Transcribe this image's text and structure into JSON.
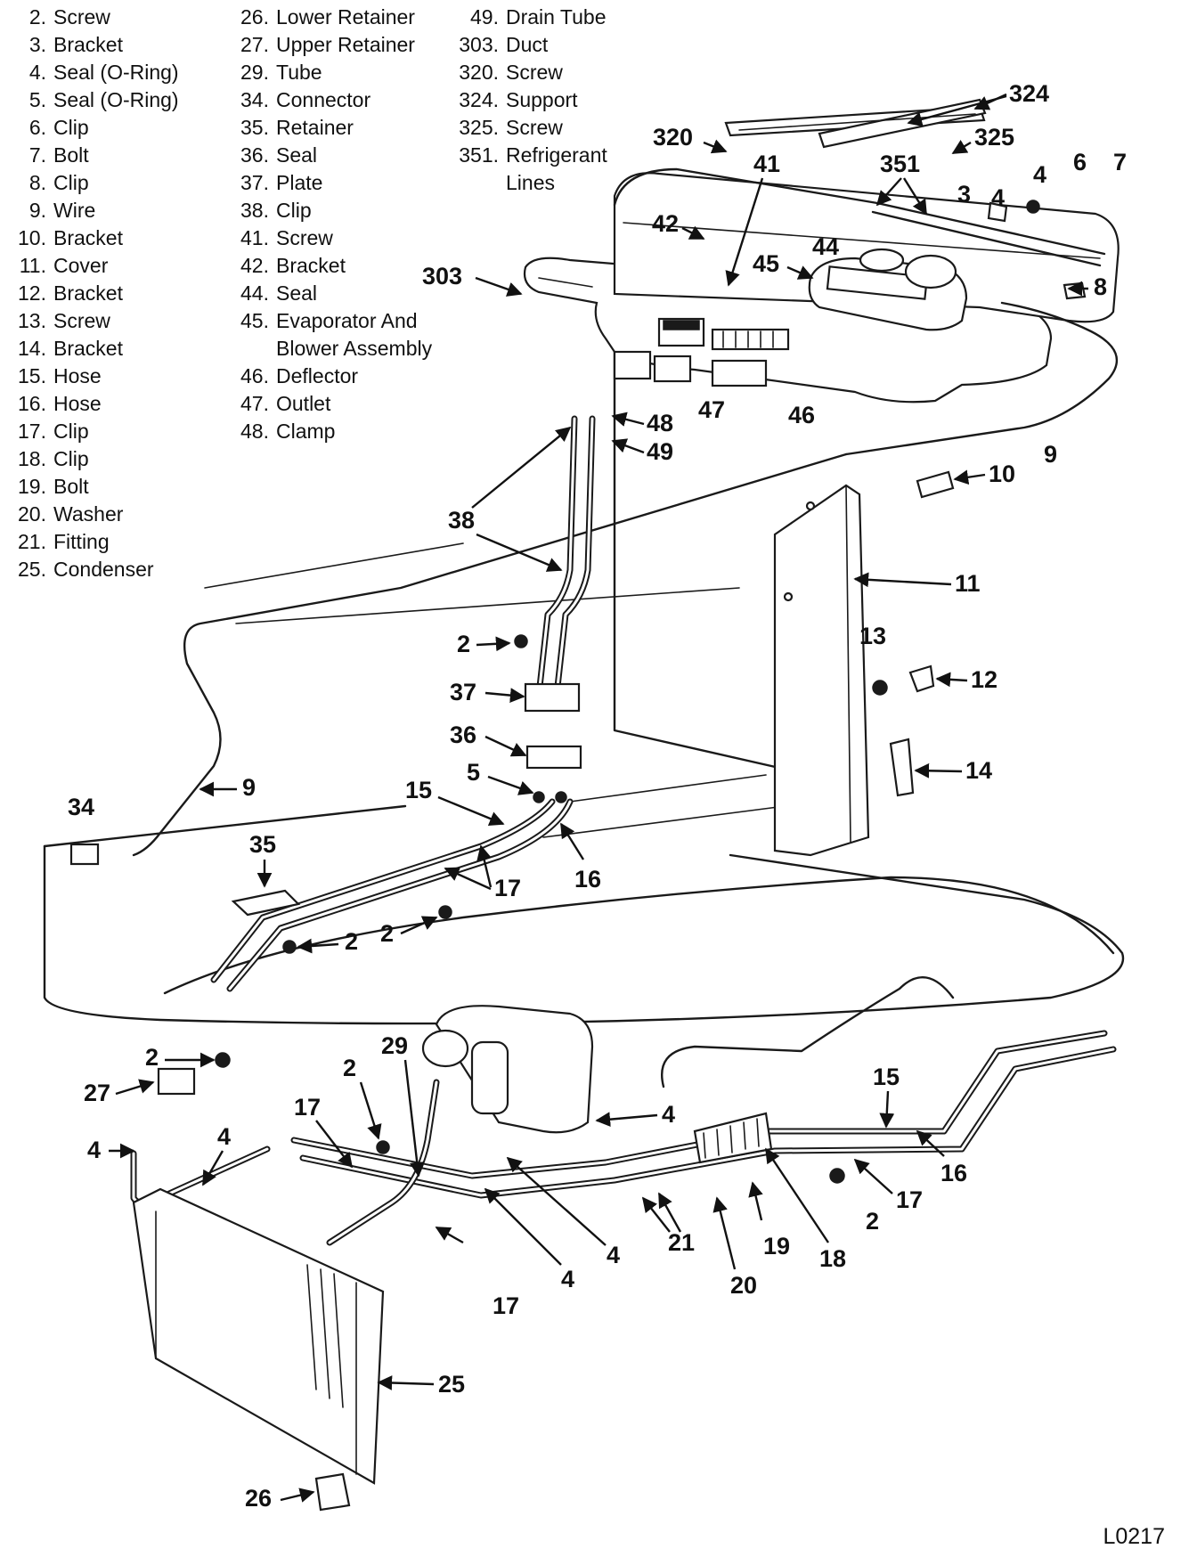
{
  "legend": [
    [
      {
        "num": "2.",
        "name": "Screw"
      },
      {
        "num": "3.",
        "name": "Bracket"
      },
      {
        "num": "4.",
        "name": "Seal (O-Ring)"
      },
      {
        "num": "5.",
        "name": "Seal (O-Ring)"
      },
      {
        "num": "6.",
        "name": "Clip"
      },
      {
        "num": "7.",
        "name": "Bolt"
      },
      {
        "num": "8.",
        "name": "Clip"
      },
      {
        "num": "9.",
        "name": "Wire"
      },
      {
        "num": "10.",
        "name": "Bracket"
      },
      {
        "num": "11.",
        "name": "Cover"
      },
      {
        "num": "12.",
        "name": "Bracket"
      },
      {
        "num": "13.",
        "name": "Screw"
      },
      {
        "num": "14.",
        "name": "Bracket"
      },
      {
        "num": "15.",
        "name": "Hose"
      },
      {
        "num": "16.",
        "name": "Hose"
      },
      {
        "num": "17.",
        "name": "Clip"
      },
      {
        "num": "18.",
        "name": "Clip"
      },
      {
        "num": "19.",
        "name": "Bolt"
      },
      {
        "num": "20.",
        "name": "Washer"
      },
      {
        "num": "21.",
        "name": "Fitting"
      },
      {
        "num": "25.",
        "name": "Condenser"
      }
    ],
    [
      {
        "num": "26.",
        "name": "Lower Retainer"
      },
      {
        "num": "27.",
        "name": "Upper Retainer"
      },
      {
        "num": "29.",
        "name": "Tube"
      },
      {
        "num": "34.",
        "name": "Connector"
      },
      {
        "num": "35.",
        "name": "Retainer"
      },
      {
        "num": "36.",
        "name": "Seal"
      },
      {
        "num": "37.",
        "name": "Plate"
      },
      {
        "num": "38.",
        "name": "Clip"
      },
      {
        "num": "41.",
        "name": "Screw"
      },
      {
        "num": "42.",
        "name": "Bracket"
      },
      {
        "num": "44.",
        "name": "Seal"
      },
      {
        "num": "45.",
        "name": "Evaporator And"
      },
      {
        "num": "",
        "name": "Blower Assembly"
      },
      {
        "num": "46.",
        "name": "Deflector"
      },
      {
        "num": "47.",
        "name": "Outlet"
      },
      {
        "num": "48.",
        "name": "Clamp"
      }
    ],
    [
      {
        "num": "49.",
        "name": "Drain Tube"
      },
      {
        "num": "303.",
        "name": "Duct"
      },
      {
        "num": "320.",
        "name": "Screw"
      },
      {
        "num": "324.",
        "name": "Support"
      },
      {
        "num": "325.",
        "name": "Screw"
      },
      {
        "num": "351.",
        "name": "Refrigerant"
      },
      {
        "num": "",
        "name": "Lines"
      }
    ]
  ],
  "callouts": {
    "c324": "324",
    "c320": "320",
    "c325": "325",
    "c41": "41",
    "c351": "351",
    "c6": "6",
    "c7": "7",
    "c3": "3",
    "c4a": "4",
    "c4b": "4",
    "c42": "42",
    "c44": "44",
    "c45": "45",
    "c303": "303",
    "c8": "8",
    "c47": "47",
    "c46": "46",
    "c48": "48",
    "c49": "49",
    "c9a": "9",
    "c10": "10",
    "c38": "38",
    "c11": "11",
    "c2a": "2",
    "c13": "13",
    "c12": "12",
    "c37": "37",
    "c36": "36",
    "c5": "5",
    "c14": "14",
    "c15a": "15",
    "c9b": "9",
    "c34": "34",
    "c35": "35",
    "c17a": "17",
    "c16a": "16",
    "c2b": "2",
    "c2c": "2",
    "c2d": "2",
    "c27": "27",
    "c29": "29",
    "c2e": "2",
    "c17b": "17",
    "c4c": "4",
    "c4d": "4",
    "c4e": "4",
    "c15b": "15",
    "c16b": "16",
    "c17c": "17",
    "c2f": "2",
    "c21": "21",
    "c4f": "4",
    "c4g": "4",
    "c17d": "17",
    "c19": "19",
    "c18": "18",
    "c20": "20",
    "c25": "25",
    "c26": "26"
  },
  "reference_code": "L0217"
}
